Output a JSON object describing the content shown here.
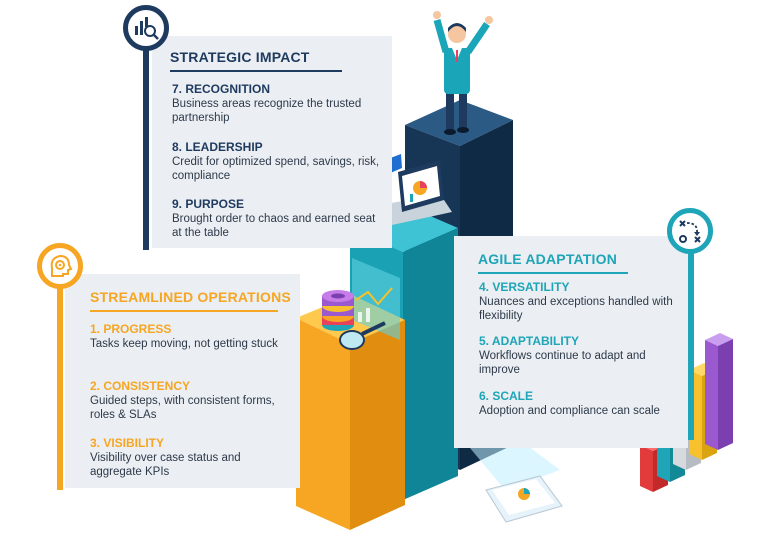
{
  "colors": {
    "navy": "#1e3a5f",
    "orange": "#f6a623",
    "teal": "#1ea5b8",
    "panel_bg": "#ebeef2"
  },
  "icons": {
    "strategic": "chart-magnifier-icon",
    "streamlined": "gear-head-icon",
    "agile": "strategy-play-icon"
  },
  "strategic": {
    "title": "STRATEGIC IMPACT",
    "items": [
      {
        "title": "7. RECOGNITION",
        "desc": "Business areas recognize the trusted partnership"
      },
      {
        "title": "8. LEADERSHIP",
        "desc": "Credit for optimized spend, savings, risk, compliance"
      },
      {
        "title": "9. PURPOSE",
        "desc": "Brought order to chaos and earned seat at the table"
      }
    ]
  },
  "streamlined": {
    "title": "STREAMLINED OPERATIONS",
    "items": [
      {
        "title": "1. PROGRESS",
        "desc": "Tasks keep moving, not getting stuck"
      },
      {
        "title": "2. CONSISTENCY",
        "desc": "Guided steps, with consistent forms, roles & SLAs"
      },
      {
        "title": "3. VISIBILITY",
        "desc": "Visibility over case status and aggregate KPIs"
      }
    ]
  },
  "agile": {
    "title": "AGILE ADAPTATION",
    "items": [
      {
        "title": "4. VERSATILITY",
        "desc": "Nuances and exceptions handled with flexibility"
      },
      {
        "title": "5. ADAPTABILITY",
        "desc": "Workflows continue to adapt and improve"
      },
      {
        "title": "6. SCALE",
        "desc": "Adoption and compliance can scale"
      }
    ]
  }
}
